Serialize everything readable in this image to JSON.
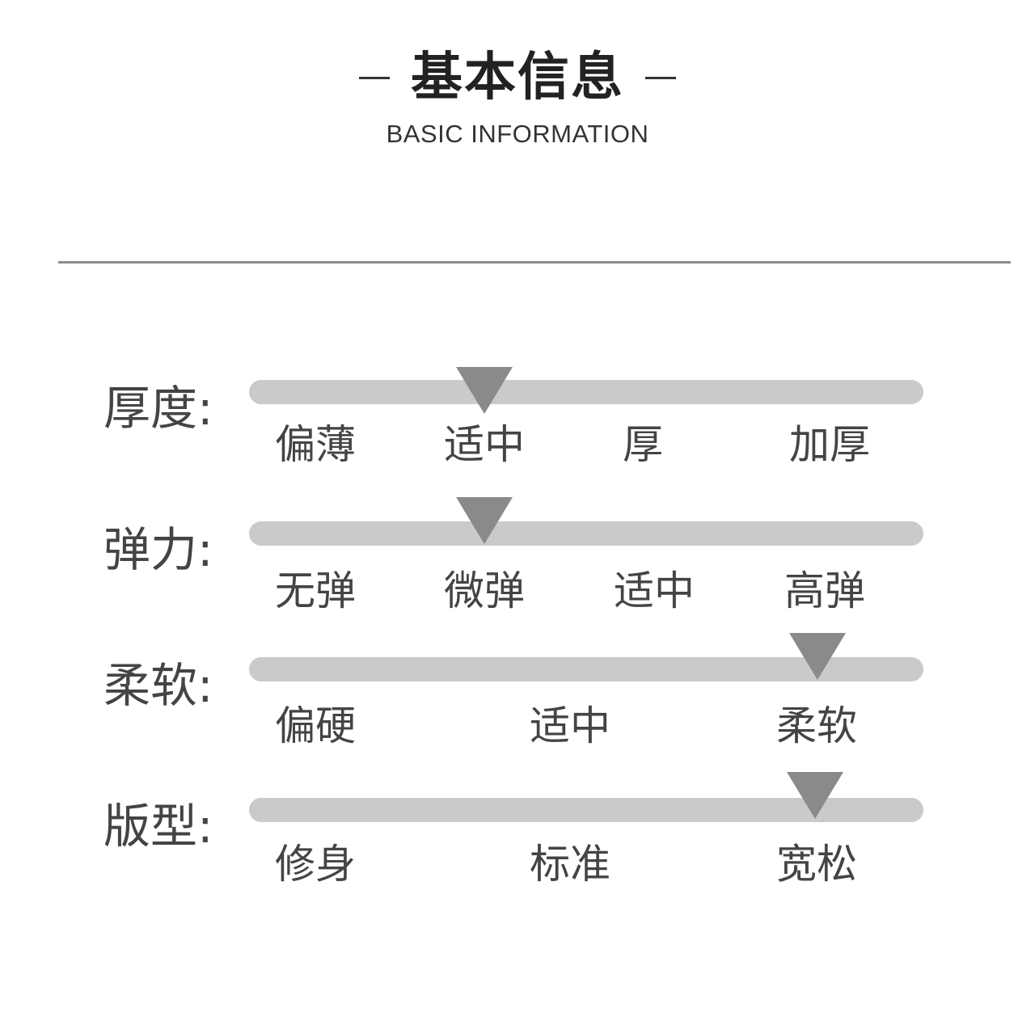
{
  "header": {
    "title": "基本信息",
    "subtitle": "BASIC INFORMATION"
  },
  "rows": [
    {
      "label": "厚度:",
      "options": [
        "偏薄",
        "适中",
        "厚",
        "加厚"
      ],
      "selected": "适中"
    },
    {
      "label": "弹力:",
      "options": [
        "无弹",
        "微弹",
        "适中",
        "高弹"
      ],
      "selected": "微弹"
    },
    {
      "label": "柔软:",
      "options": [
        "偏硬",
        "适中",
        "柔软"
      ],
      "selected": "柔软"
    },
    {
      "label": "版型:",
      "options": [
        "修身",
        "标准",
        "宽松"
      ],
      "selected": "宽松"
    }
  ],
  "colors": {
    "bar": "#cacaca",
    "marker": "#8a8a8a",
    "text": "#444444",
    "divider": "#8c8c8c"
  }
}
